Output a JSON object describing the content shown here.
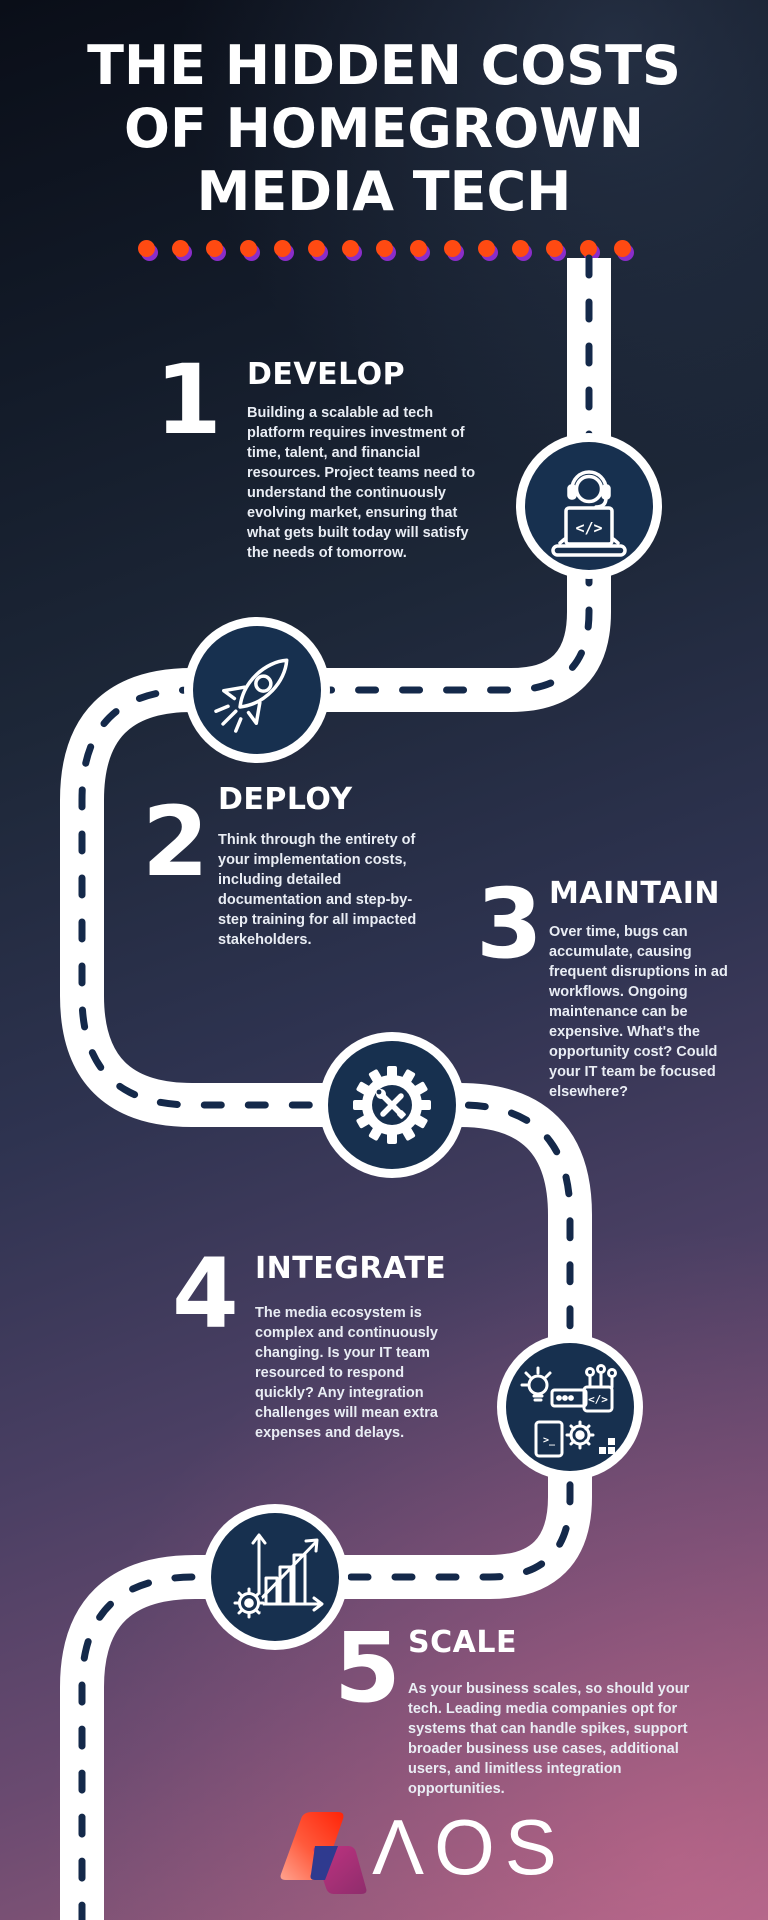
{
  "title": "THE HIDDEN COSTS\nOF HOMEGROWN\nMEDIA TECH",
  "header": {
    "dot_count": 15,
    "dot_color": "#ff4a12",
    "dot_shadow_color": "#8a2dc9"
  },
  "steps": [
    {
      "number": "1",
      "label": "DEVELOP",
      "body": "Building a scalable ad tech platform requires investment of time, talent, and financial resources. Project teams need to understand the continuously evolving market, ensuring that what gets built today will satisfy the needs of tomorrow.",
      "icon": "developer-at-laptop-icon"
    },
    {
      "number": "2",
      "label": "DEPLOY",
      "body": "Think through the entirety of your implementation costs, including detailed documentation and step-by-step training for all impacted stakeholders.",
      "icon": "rocket-icon"
    },
    {
      "number": "3",
      "label": "MAINTAIN",
      "body": "Over time, bugs can accumulate, causing frequent disruptions in ad workflows. Ongoing maintenance can be expensive. What's the opportunity cost? Could your IT team be focused elsewhere?",
      "icon": "gear-tools-icon"
    },
    {
      "number": "4",
      "label": "INTEGRATE",
      "body": "The media ecosystem is complex and continuously changing. Is your IT team resourced to respond quickly? Any integration challenges will mean extra expenses and delays.",
      "icon": "integration-system-icon"
    },
    {
      "number": "5",
      "label": "SCALE",
      "body": "As your business scales, so should your tech. Leading media companies opt for systems that can handle spikes, support broader business use cases, additional users, and limitless integration opportunities.",
      "icon": "growth-chart-icon"
    }
  ],
  "glyphs": {
    "code": "</>",
    "terminal": ">_"
  },
  "logo": {
    "text": "ΛOS"
  },
  "colors": {
    "road": "#ffffff",
    "dash": "#14294a",
    "circle_fill": "#17304f",
    "accent_orange": "#ff4a12",
    "accent_purple": "#8a2dc9"
  }
}
